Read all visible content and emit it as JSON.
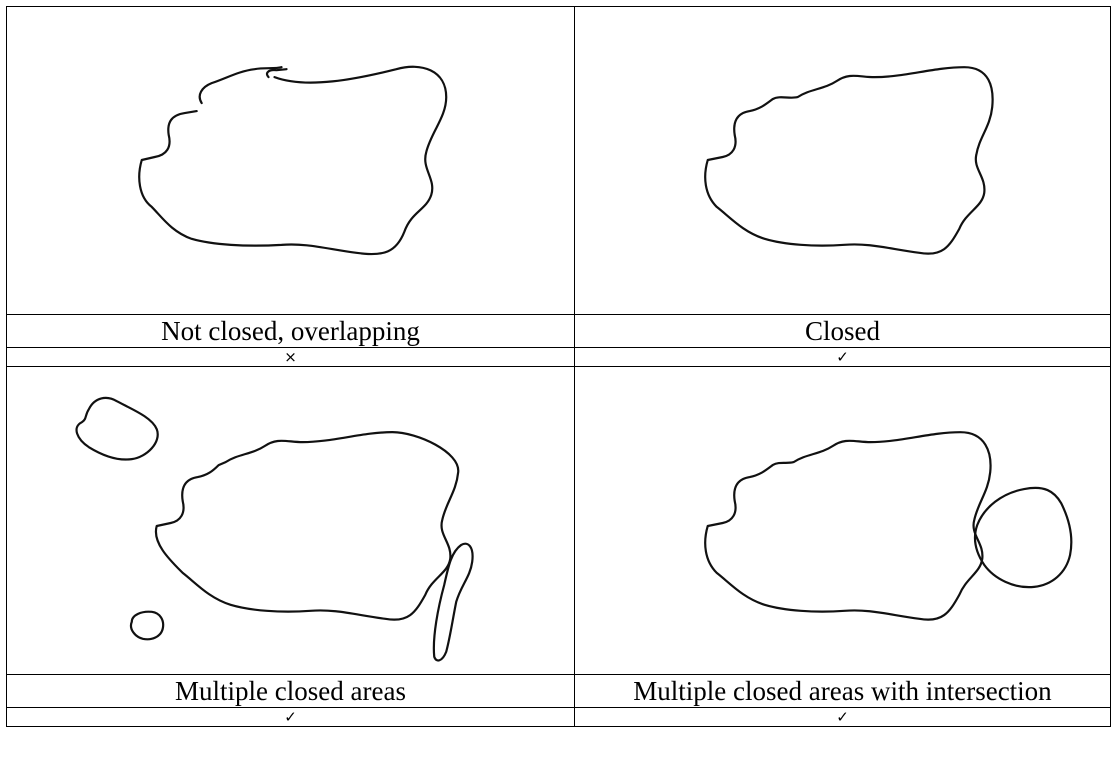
{
  "cells": [
    {
      "label": "Not closed, overlapping",
      "mark": "×"
    },
    {
      "label": "Closed",
      "mark": "✓"
    },
    {
      "label": "Multiple closed areas",
      "mark": "✓"
    },
    {
      "label": "Multiple closed areas with intersection",
      "mark": "✓"
    }
  ]
}
